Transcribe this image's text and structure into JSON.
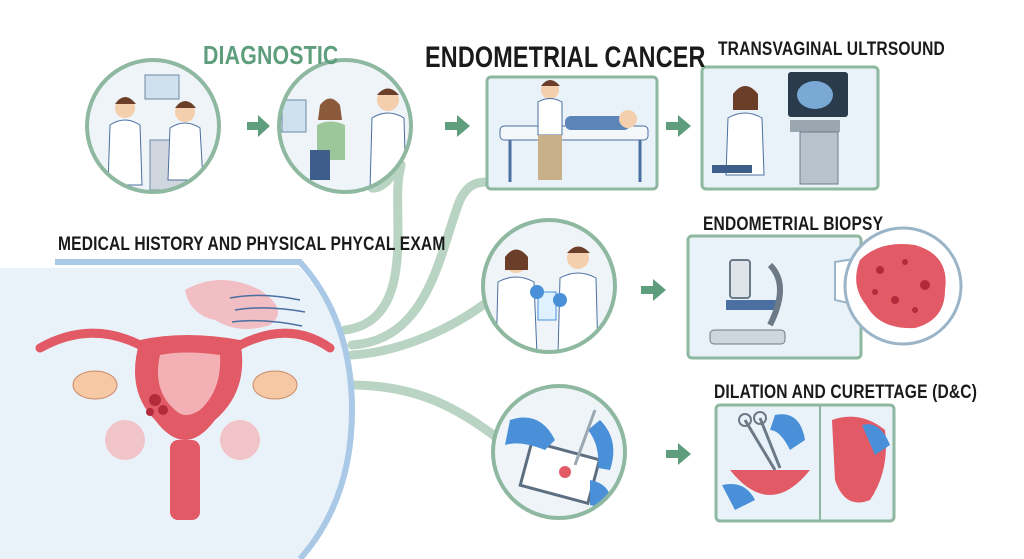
{
  "title": "ENDOMETRIAL CANCER",
  "diagnostic_label": "DIAGNOSTIC",
  "steps": {
    "history": "MEDICAL HISTORY AND PHYSICAL PHYCAL EXAM",
    "ultrasound": "TRANSVAGINAL ULTRSOUND",
    "biopsy": "ENDOMETRIAL BIOPSY",
    "dc": "DILATION AND CURETTAGE (D&C)"
  },
  "colors": {
    "accent_green": "#5f9e7c",
    "connector": "#b9d4c3",
    "frame": "#8fb8a0",
    "panel_bg": "#eaf2f9",
    "blue_band": "#a9c9e6",
    "tissue": "#e25a66",
    "tissue_light": "#f3b0b5",
    "glove": "#4a90d9"
  },
  "icons": [
    "arrow-right-icon",
    "doctor-icon",
    "patient-icon",
    "ultrasound-machine-icon",
    "microscope-icon",
    "tissue-sample-icon",
    "forceps-icon",
    "uterus-icon"
  ]
}
